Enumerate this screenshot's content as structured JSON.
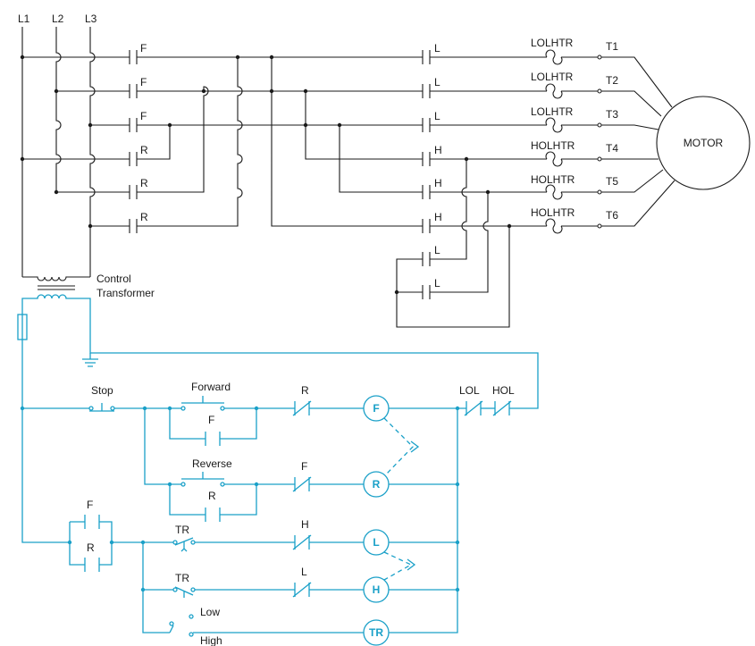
{
  "lines": {
    "l1": "L1",
    "l2": "L2",
    "l3": "L3"
  },
  "terminals": [
    "T1",
    "T2",
    "T3",
    "T4",
    "T5",
    "T6"
  ],
  "motor": "MOTOR",
  "heaters": {
    "low": "LOLHTR",
    "high": "HOLHTR"
  },
  "contacts": {
    "f": "F",
    "r": "R",
    "l": "L",
    "h": "H"
  },
  "transformer": {
    "line1": "Control",
    "line2": "Transformer"
  },
  "control": {
    "stop": "Stop",
    "forward": "Forward",
    "reverse": "Reverse",
    "lol": "LOL",
    "hol": "HOL",
    "tr": "TR",
    "low": "Low",
    "high": "High",
    "coil_f": "F",
    "coil_r": "R",
    "coil_l": "L",
    "coil_h": "H",
    "coil_tr": "TR"
  },
  "colors": {
    "power": "#1a1a1a",
    "control": "#1aa0c8"
  }
}
